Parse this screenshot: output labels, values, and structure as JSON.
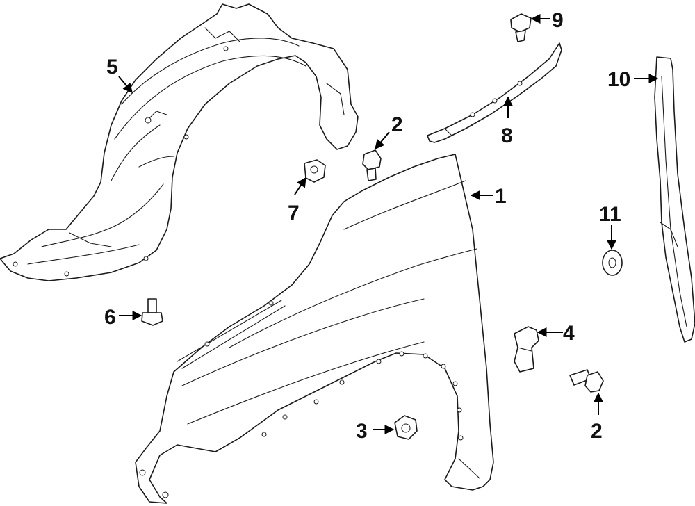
{
  "callouts": [
    {
      "id": "c1",
      "number": "1"
    },
    {
      "id": "c2a",
      "number": "2"
    },
    {
      "id": "c2b",
      "number": "2"
    },
    {
      "id": "c3",
      "number": "3"
    },
    {
      "id": "c4",
      "number": "4"
    },
    {
      "id": "c5",
      "number": "5"
    },
    {
      "id": "c6",
      "number": "6"
    },
    {
      "id": "c7",
      "number": "7"
    },
    {
      "id": "c8",
      "number": "8"
    },
    {
      "id": "c9",
      "number": "9"
    },
    {
      "id": "c10",
      "number": "10"
    },
    {
      "id": "c11",
      "number": "11"
    }
  ],
  "colors": {
    "line": "#1a1a1a",
    "text": "#111111",
    "background": "#ffffff"
  }
}
